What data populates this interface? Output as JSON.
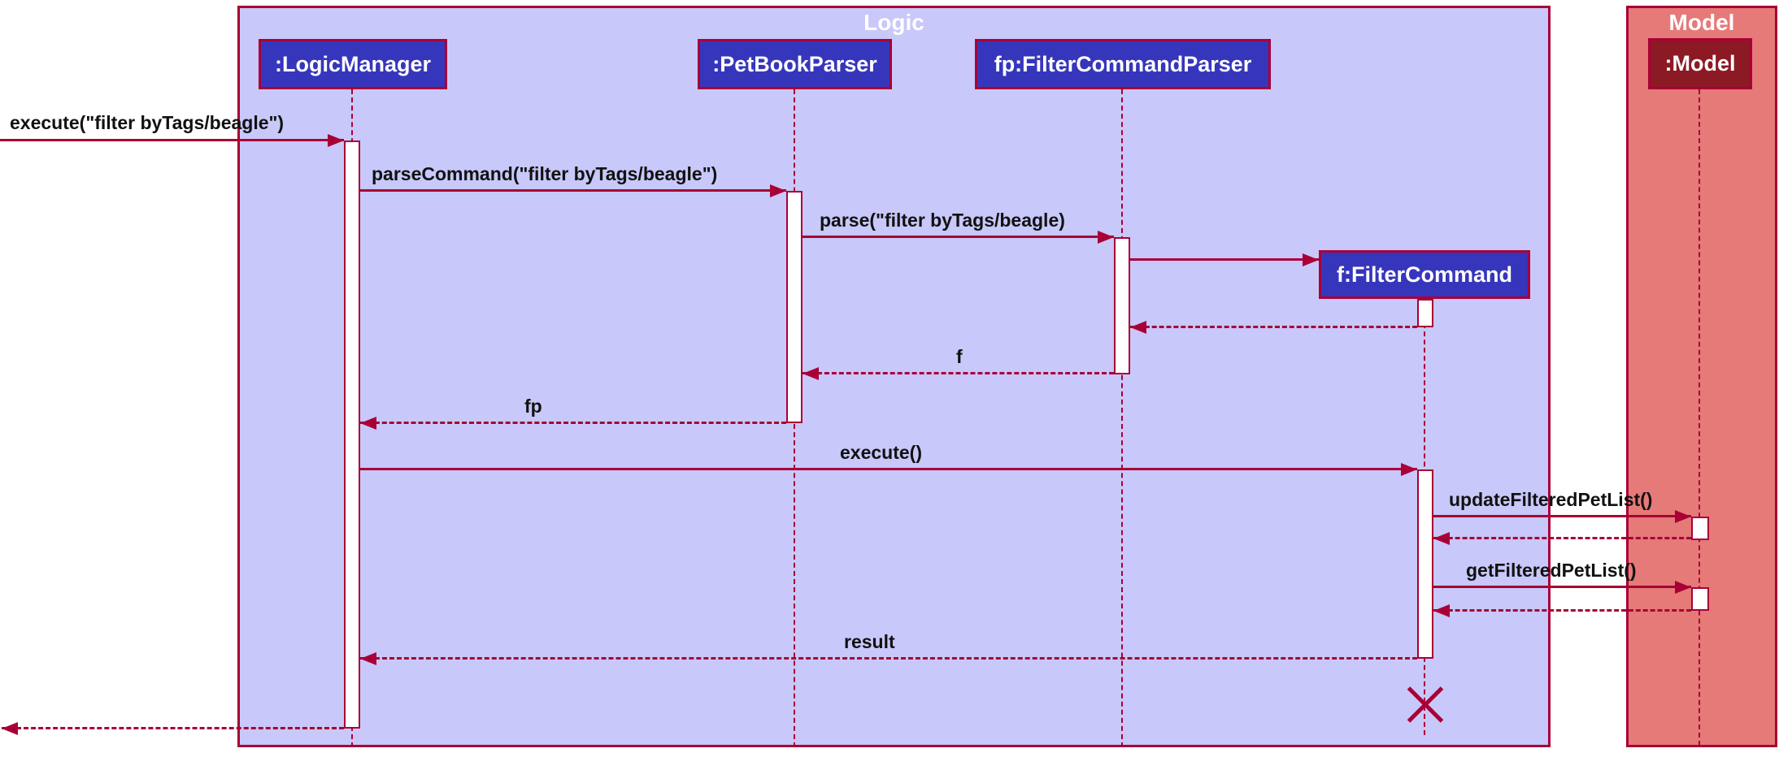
{
  "diagram_type": "uml-sequence-diagram",
  "colors": {
    "border_and_arrows": "#A80036",
    "logic_frame_fill": "#C8C8FA",
    "model_frame_fill": "#E57A78",
    "participant_fill": "#3636BC",
    "model_participant_fill": "#8B1A24",
    "participant_text": "#FFFFFF",
    "message_text": "#111111",
    "activation_fill": "#FFFFFF"
  },
  "frames": {
    "logic": {
      "title": "Logic"
    },
    "model": {
      "title": "Model"
    }
  },
  "participants": {
    "logicmanager": {
      "label": ":LogicManager"
    },
    "petbookparser": {
      "label": ":PetBookParser"
    },
    "filtercommandparser": {
      "label": "fp:FilterCommandParser"
    },
    "filtercommand": {
      "label": "f:FilterCommand"
    },
    "model": {
      "label": ":Model"
    }
  },
  "messages": {
    "execute_external": {
      "label": "execute(\"filter byTags/beagle\")",
      "type": "solid"
    },
    "parse_command": {
      "label": "parseCommand(\"filter byTags/beagle\")",
      "type": "solid"
    },
    "parse": {
      "label": "parse(\"filter byTags/beagle)",
      "type": "solid"
    },
    "create_filtercommand": {
      "label": "",
      "type": "create"
    },
    "return_create": {
      "label": "",
      "type": "return"
    },
    "return_f": {
      "label": "f",
      "type": "return"
    },
    "return_fp": {
      "label": "fp",
      "type": "return"
    },
    "execute": {
      "label": "execute()",
      "type": "solid"
    },
    "update_filtered_pet_list": {
      "label": "updateFilteredPetList()",
      "type": "solid"
    },
    "return_update": {
      "label": "",
      "type": "return"
    },
    "get_filtered_pet_list": {
      "label": "getFilteredPetList()",
      "type": "solid"
    },
    "return_get": {
      "label": "",
      "type": "return"
    },
    "return_result": {
      "label": "result",
      "type": "return"
    },
    "return_external": {
      "label": "",
      "type": "return"
    }
  }
}
